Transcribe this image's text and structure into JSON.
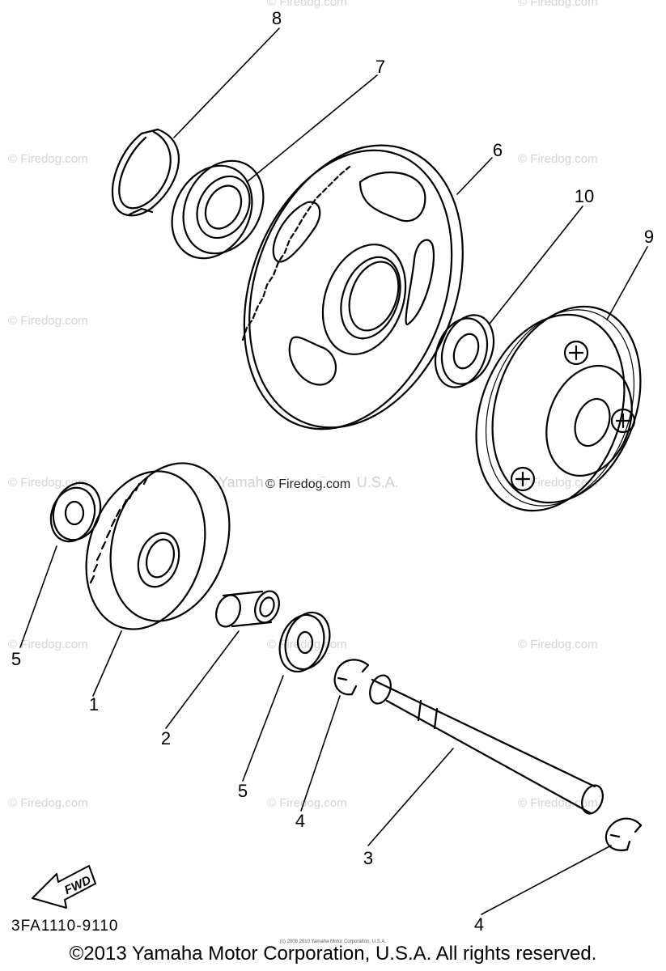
{
  "callouts": {
    "c1": "1",
    "c2": "2",
    "c3": "3",
    "c4a": "4",
    "c4b": "4",
    "c5a": "5",
    "c5b": "5",
    "c6": "6",
    "c7": "7",
    "c8": "8",
    "c9": "9",
    "c10": "10"
  },
  "watermarks": {
    "firedog": "© Firedog.com",
    "firedog_center": "© Firedog.com",
    "yamaha_center": "Yamaha Motor Corp, U.S.A."
  },
  "direction_label": "FWD",
  "part_code": "3FA1110-9110",
  "copyright": "©2013 Yamaha Motor Corporation, U.S.A. All rights reserved.",
  "fine_print": "(c) 2008 2010 Yamaha Motor Corporation, U.S.A."
}
